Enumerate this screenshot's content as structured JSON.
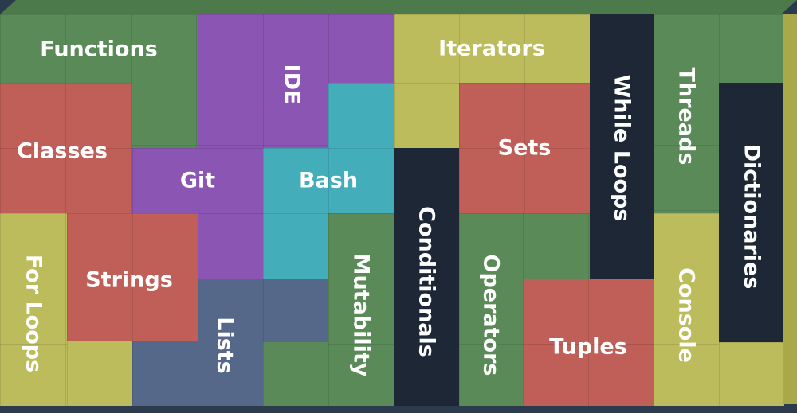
{
  "board": {
    "colors": {
      "green": "#5a8a57",
      "red": "#bf5f58",
      "purple": "#8b55b3",
      "teal": "#43adb9",
      "yellow": "#bcbc5c",
      "navy": "#1d2736",
      "slate": "#56688a",
      "background": "#2c3a4d"
    },
    "labels": {
      "functions": "Functions",
      "ide": "IDE",
      "iterators": "Iterators",
      "while_loops": "While Loops",
      "threads": "Threads",
      "dictionaries": "Dictionaries",
      "classes": "Classes",
      "git": "Git",
      "bash": "Bash",
      "sets": "Sets",
      "conditionals": "Conditionals",
      "for_loops": "For Loops",
      "strings": "Strings",
      "lists": "Lists",
      "mutability": "Mutability",
      "operators": "Operators",
      "tuples": "Tuples",
      "console": "Console"
    }
  }
}
